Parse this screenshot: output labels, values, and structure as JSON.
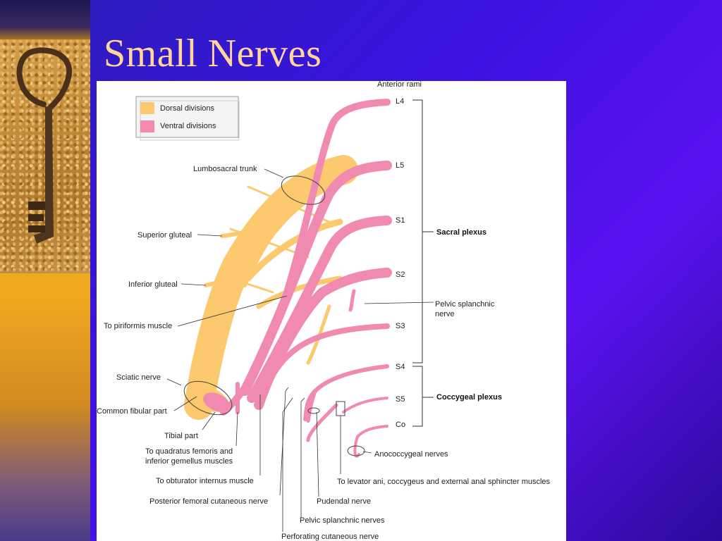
{
  "slide": {
    "title": "Small Nerves"
  },
  "legend": {
    "dorsal": {
      "label": "Dorsal divisions",
      "color": "#fcc96e"
    },
    "ventral": {
      "label": "Ventral divisions",
      "color": "#f18ab0"
    }
  },
  "roots": {
    "header": "Anterior rami",
    "l4": "L4",
    "l5": "L5",
    "s1": "S1",
    "s2": "S2",
    "s3": "S3",
    "s4": "S4",
    "s5": "S5",
    "co": "Co"
  },
  "plexus": {
    "sacral": "Sacral plexus",
    "coccygeal": "Coccygeal plexus"
  },
  "labels": {
    "lumbosacral_trunk": "Lumbosacral trunk",
    "superior_gluteal": "Superior gluteal",
    "inferior_gluteal": "Inferior gluteal",
    "to_piriformis": "To piriformis muscle",
    "sciatic_nerve": "Sciatic nerve",
    "common_fibular_part": "Common fibular part",
    "tibial_part": "Tibial part",
    "to_quadratus_1": "To quadratus femoris and",
    "to_quadratus_2": "inferior gemellus muscles",
    "to_obturator": "To obturator internus muscle",
    "posterior_femoral": "Posterior femoral cutaneous nerve",
    "pudendal": "Pudendal nerve",
    "pelvic_splanchnic_nerves": "Pelvic splanchnic nerves",
    "perforating_cutaneous": "Perforating cutaneous nerve",
    "to_levator": "To levator ani, coccygeus and external anal sphincter muscles",
    "anococcygeal": "Anococcygeal nerves",
    "pelvic_splanchnic_1": "Pelvic splanchnic",
    "pelvic_splanchnic_2": "nerve"
  }
}
